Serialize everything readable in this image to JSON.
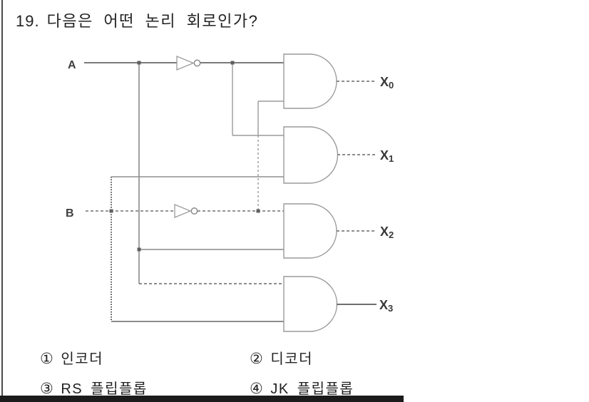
{
  "question": {
    "number": "19.",
    "text": "다음은 어떤 논리 회로인가?"
  },
  "circuit": {
    "input_a": "A",
    "input_b": "B",
    "outputs": [
      {
        "name": "X",
        "sub": "0"
      },
      {
        "name": "X",
        "sub": "1"
      },
      {
        "name": "X",
        "sub": "2"
      },
      {
        "name": "X",
        "sub": "3"
      }
    ],
    "gate_count": 4,
    "gate_type": "AND",
    "inverter_count": 2
  },
  "options": [
    {
      "num": "①",
      "label": "인코더"
    },
    {
      "num": "②",
      "label": "디코더"
    },
    {
      "num": "③",
      "label": "RS 플립플롭"
    },
    {
      "num": "④",
      "label": "JK 플립플롭"
    }
  ],
  "colors": {
    "wire": "#8a8a8a",
    "text": "#262626",
    "bottom_rule": "#1b1b1b"
  }
}
